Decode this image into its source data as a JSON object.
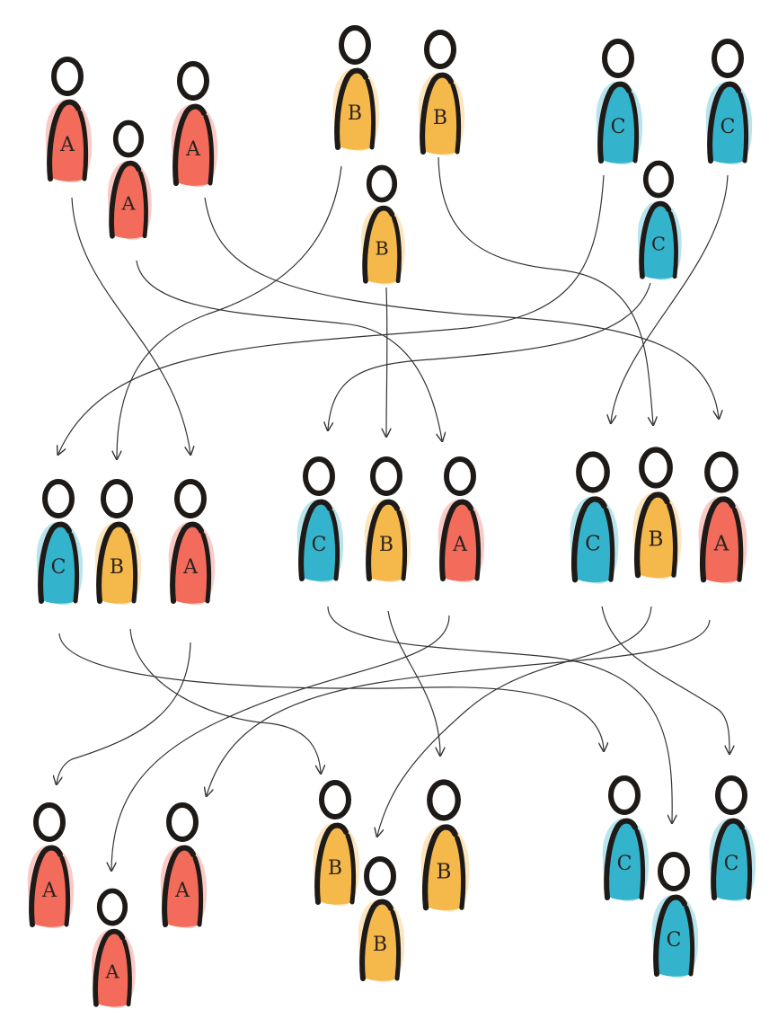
{
  "colors": {
    "A": "#f26b5b",
    "B": "#f5b84a",
    "C": "#34b3cc",
    "outline": "#1e1a18",
    "arrow": "#333333"
  },
  "groups": [
    "A",
    "B",
    "C"
  ],
  "rows": [
    {
      "row": "top",
      "people": [
        "A",
        "A",
        "A",
        "B",
        "B",
        "B",
        "C",
        "C",
        "C"
      ]
    },
    {
      "row": "middle",
      "people": [
        "C",
        "B",
        "A",
        "C",
        "B",
        "A",
        "C",
        "B",
        "A"
      ]
    },
    {
      "row": "bottom",
      "people": [
        "A",
        "A",
        "A",
        "B",
        "B",
        "B",
        "C",
        "C",
        "C"
      ]
    }
  ]
}
